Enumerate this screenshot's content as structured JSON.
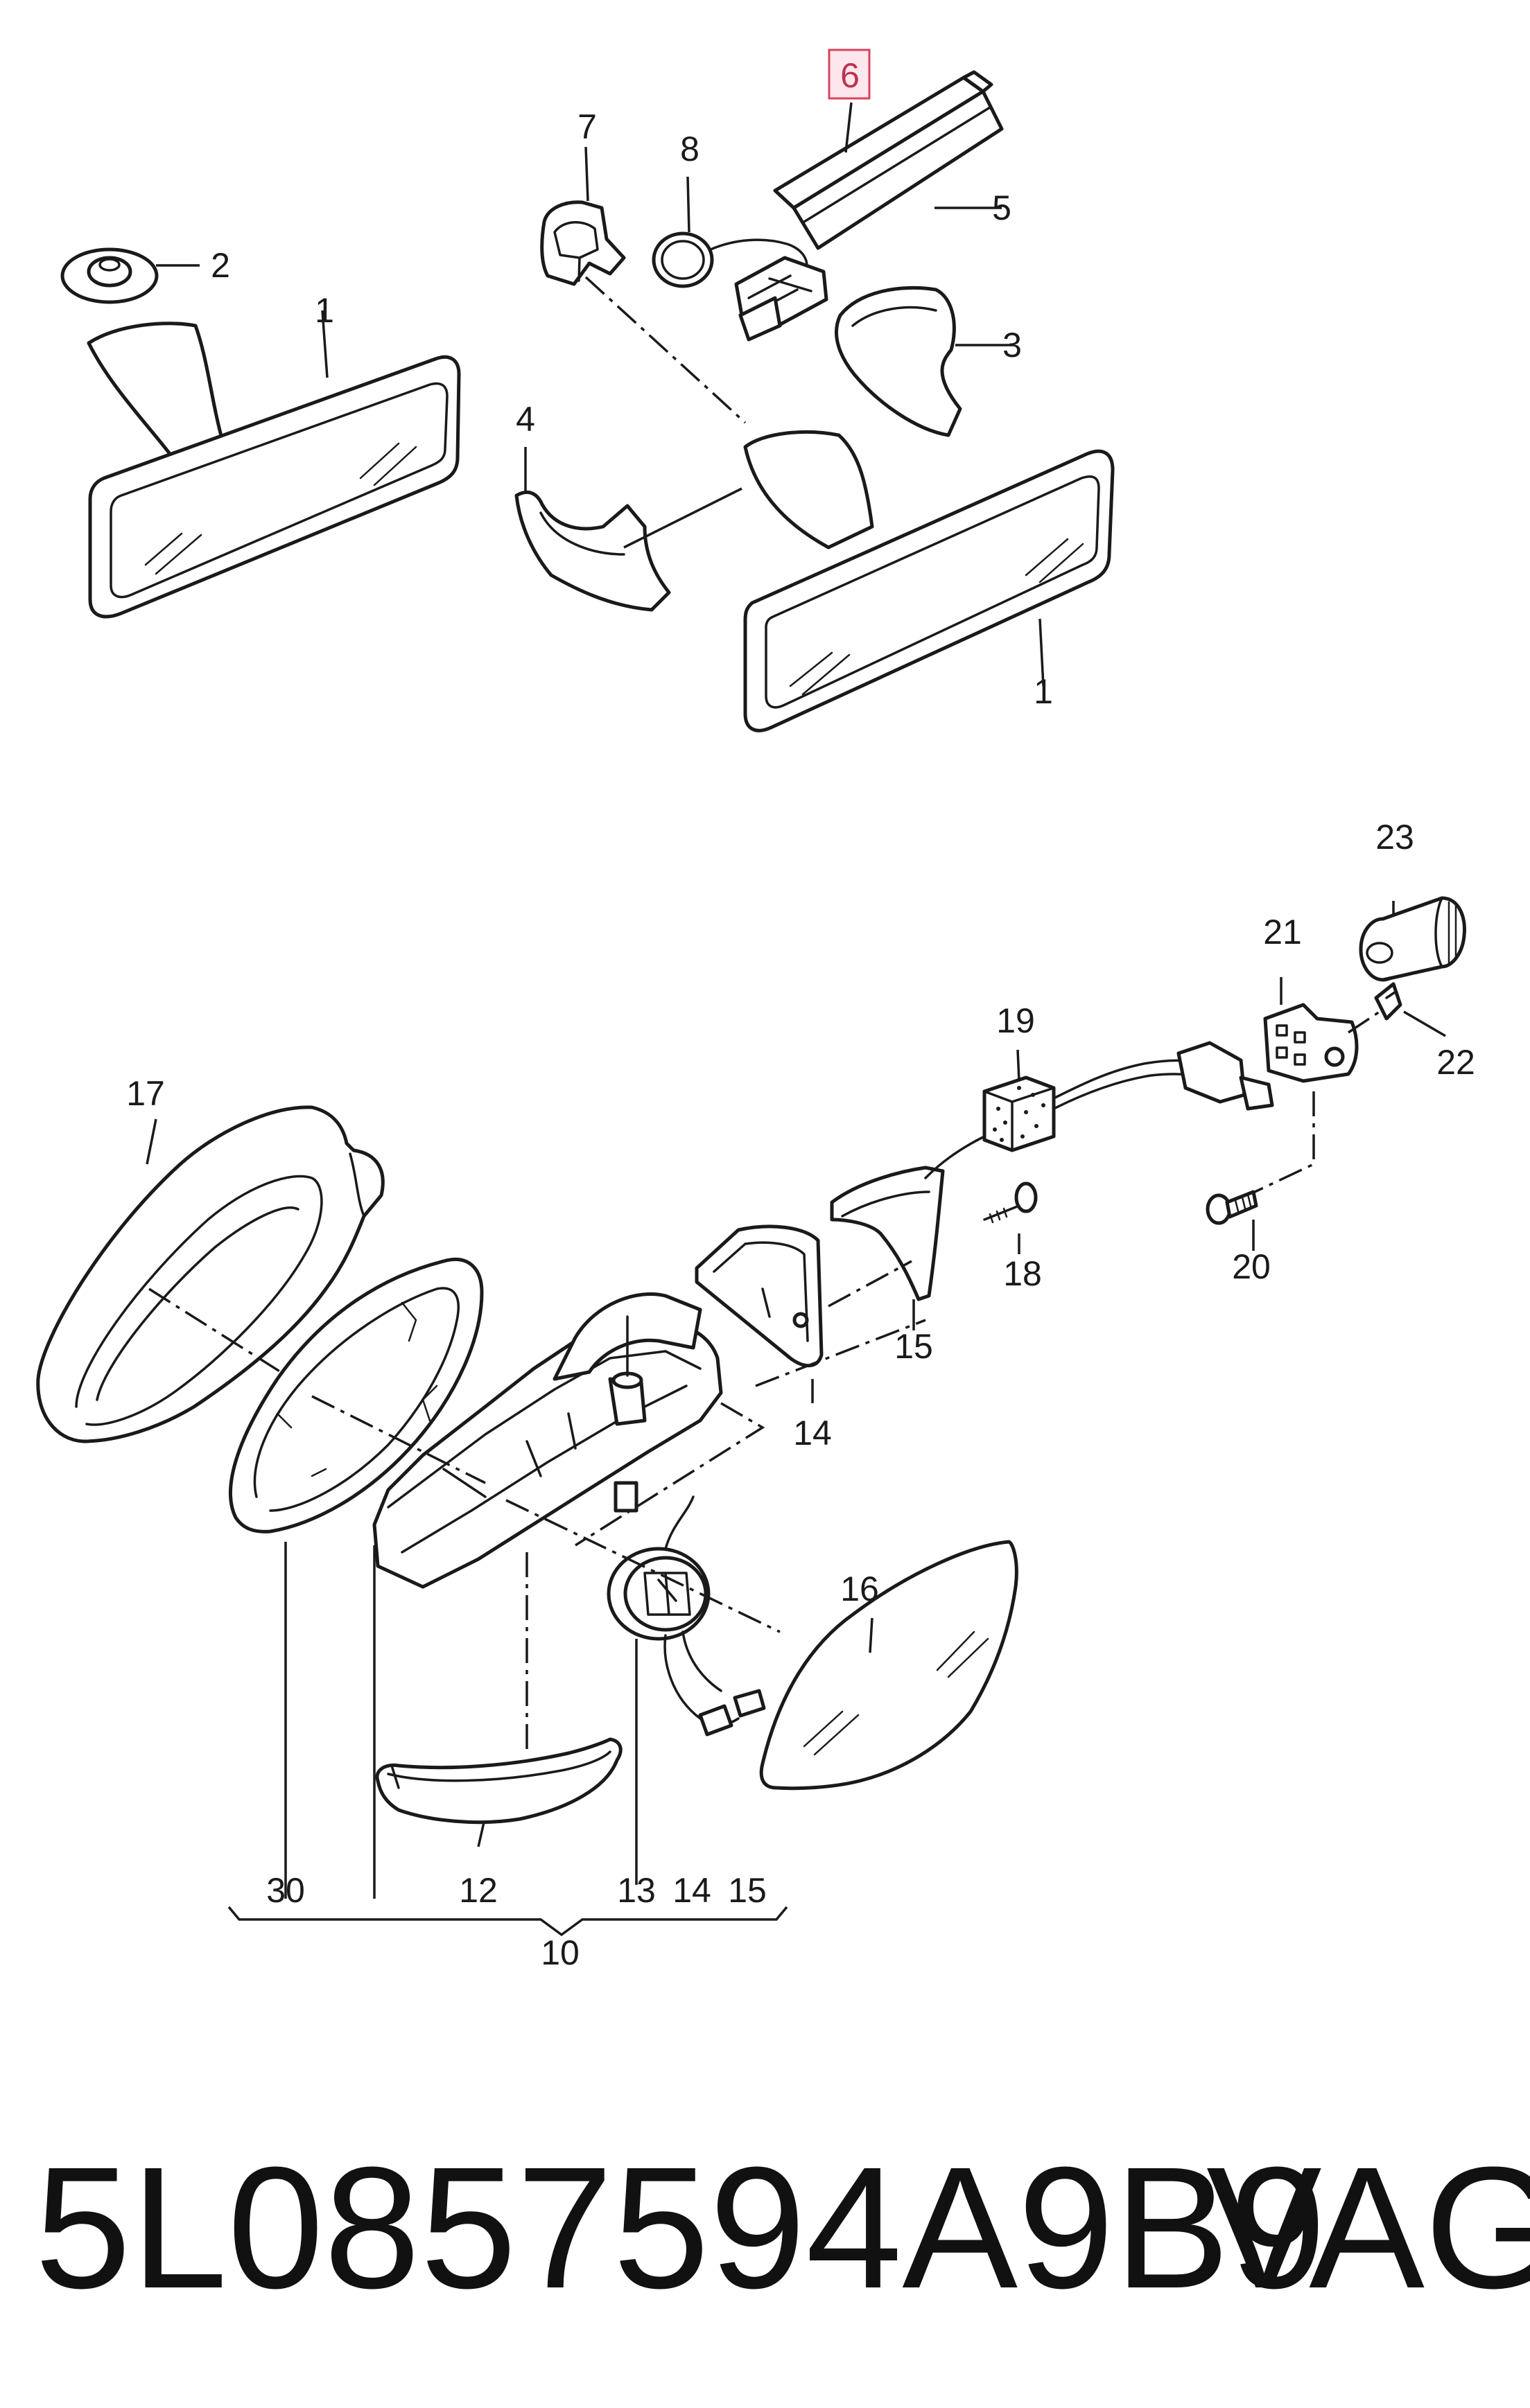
{
  "callouts": {
    "c1": "1",
    "c2": "2",
    "c3": "3",
    "c4": "4",
    "c5": "5",
    "c6": "6",
    "c7": "7",
    "c8": "8",
    "c10": "10",
    "c12": "12",
    "c13": "13",
    "c14": "14",
    "c15": "15",
    "c16": "16",
    "c17": "17",
    "c18": "18",
    "c19": "19",
    "c20": "20",
    "c21": "21",
    "c22": "22",
    "c23": "23",
    "c30": "30"
  },
  "highlighted_callout": "6",
  "footer": {
    "part_number": "5L0857594A9B9",
    "brand": "VAG"
  },
  "colors": {
    "line": "#1a1a1a",
    "highlight": "#d9435f"
  }
}
